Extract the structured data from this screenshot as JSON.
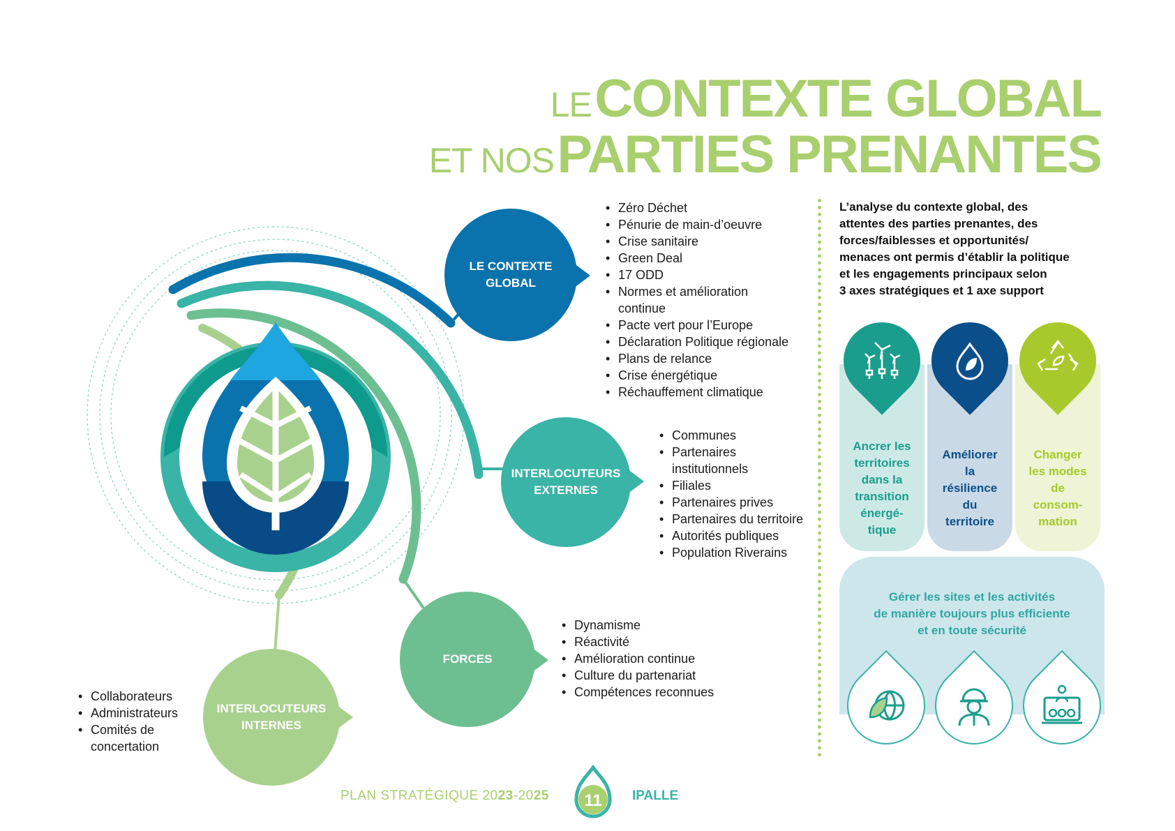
{
  "title": {
    "line1_light": "LE",
    "line1_bold": "CONTEXTE GLOBAL",
    "line2_light": "ET NOS",
    "line2_bold": "PARTIES PRENANTES"
  },
  "bubbles": {
    "contexte": {
      "line1": "LE CONTEXTE",
      "line2": "GLOBAL",
      "color": "#0a73ad"
    },
    "externes": {
      "line1": "INTERLOCUTEURS",
      "line2": "EXTERNES",
      "color": "#3ab4a6"
    },
    "forces": {
      "line1": "FORCES",
      "color": "#6dbf91"
    },
    "internes": {
      "line1": "INTERLOCUTEURS",
      "line2": "INTERNES",
      "color": "#a9d18e"
    }
  },
  "lists": {
    "contexte": [
      "Zéro Déchet",
      "Pénurie de main-d’oeuvre",
      "Crise sanitaire",
      "Green Deal",
      "17 ODD",
      "Normes et amélioration",
      "continue",
      "Pacte vert pour l’Europe",
      "Déclaration Politique régionale",
      "Plans de relance",
      "Crise énergétique",
      "Réchauffement climatique"
    ],
    "externes": [
      "Communes",
      "Partenaires",
      "institutionnels",
      "Filiales",
      "Partenaires prives",
      "Partenaires du territoire",
      "Autorités publiques",
      "Population Riverains"
    ],
    "forces": [
      "Dynamisme",
      "Réactivité",
      "Amélioration continue",
      "Culture du partenariat",
      "Compétences reconnues"
    ],
    "internes": [
      "Collaborateurs",
      "Administrateurs",
      "Comités de",
      "concertation"
    ]
  },
  "intro": {
    "lines": [
      "L’analyse du contexte global, des",
      "attentes des parties prenantes, des",
      "forces/faiblesses et opportunités/",
      "menaces ont permis d’établir la politique",
      "et les engagements principaux selon",
      "3 axes stratégiques et 1 axe support"
    ]
  },
  "axes": [
    {
      "lines": [
        "Ancrer les",
        "territoires",
        "dans la",
        "transition",
        "énergé-",
        "tique"
      ],
      "icon": "wind-turbine-icon",
      "pin_color": "#1a9d8d",
      "card_color": "#cde9e6",
      "text_color": "#1a9d8d"
    },
    {
      "lines": [
        "Améliorer",
        "la",
        "résilience",
        "du",
        "territoire"
      ],
      "icon": "water-drop-leaf-icon",
      "pin_color": "#0b4f8a",
      "card_color": "#c9d9e6",
      "text_color": "#0b4f8a"
    },
    {
      "lines": [
        "Changer",
        "les modes",
        "de",
        "consom-",
        "mation"
      ],
      "icon": "recycle-leaf-icon",
      "pin_color": "#a8c92b",
      "card_color": "#eef4d5",
      "text_color": "#a8c92b"
    }
  ],
  "support": {
    "lines": [
      "Gérer les sites et les activités",
      "de manière toujours plus efficiente",
      "et en toute sécurité"
    ],
    "icons": [
      "leaf-globe-icon",
      "worker-helmet-icon",
      "control-panel-icon"
    ]
  },
  "footer": {
    "plan_text": "PLAN STRATÉGIQUE 20",
    "year1": "23",
    "dash": "-20",
    "year2": "25",
    "page_number": "11",
    "brand": "IPALLE"
  }
}
